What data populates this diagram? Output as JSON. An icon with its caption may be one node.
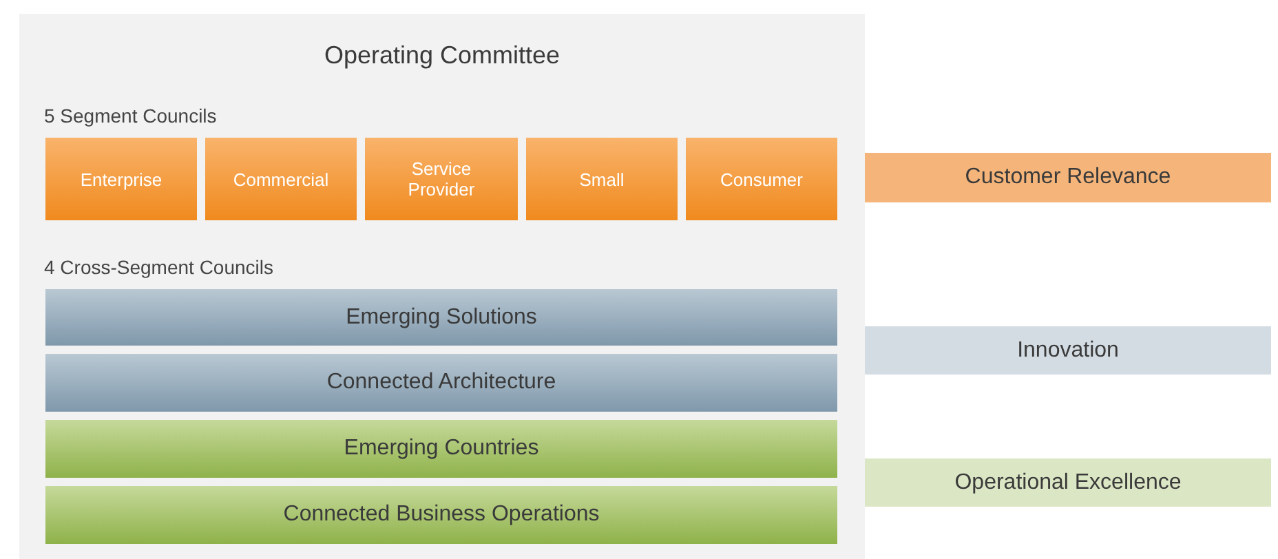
{
  "diagram": {
    "nodes": [
      {
        "text": [
          "Operating Committee"
        ]
      },
      {
        "text": [
          "Enterprise"
        ],
        "in": 0
      },
      {
        "text": [
          "Commercial"
        ],
        "in": 0
      },
      {
        "text": [
          "Service Provider"
        ],
        "in": 0
      },
      {
        "text": [
          "Small"
        ],
        "in": 0
      },
      {
        "text": [
          "Consumer"
        ],
        "in": 0
      },
      {
        "text": [
          "Emerging Solutions"
        ],
        "in": 0
      },
      {
        "text": [
          "Connected Architecture"
        ],
        "in": 0
      },
      {
        "text": [
          "Emerging Countries"
        ],
        "in": 0
      },
      {
        "text": [
          "Connected Business Operations"
        ],
        "in": 0
      },
      {
        "text": [
          "Customer Relevance"
        ]
      },
      {
        "text": [
          "Innovation"
        ]
      },
      {
        "text": [
          "Operational Excellence"
        ]
      }
    ],
    "labels": [
      "5 Segment Councils",
      "4 Cross-Segment Councils"
    ]
  }
}
